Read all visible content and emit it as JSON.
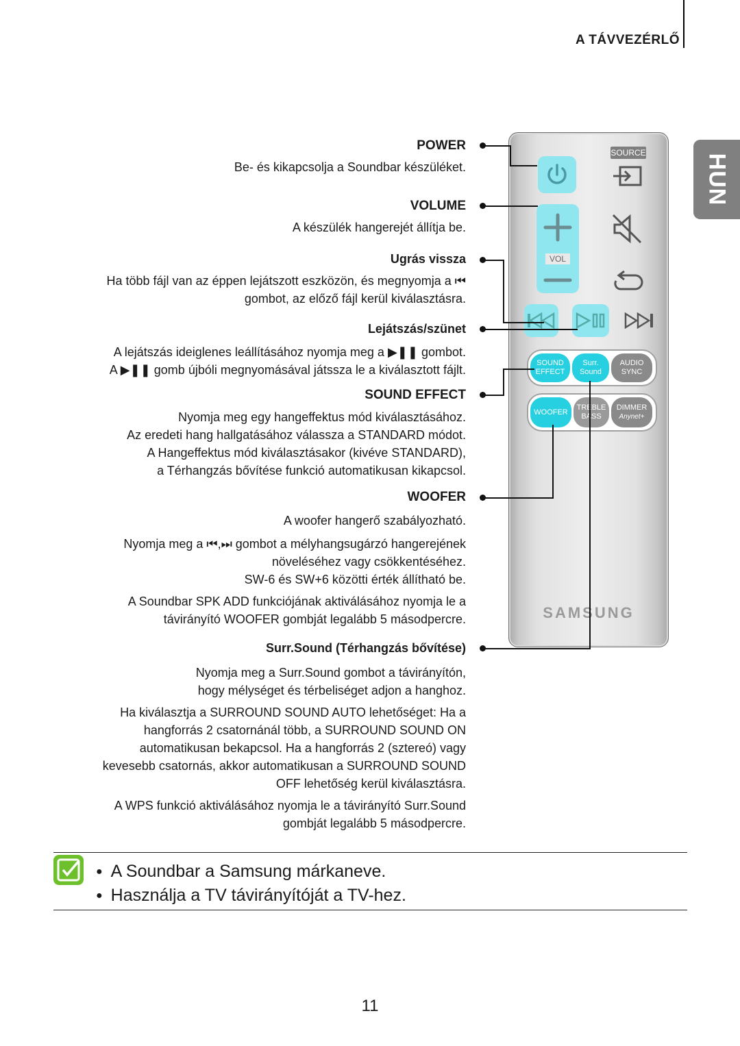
{
  "header": {
    "section_title": "A TÁVVEZÉRLŐ",
    "language_tab": "HUN"
  },
  "items": [
    {
      "title": "POWER",
      "lines": [
        "Be- és kikapcsolja a Soundbar készüléket."
      ]
    },
    {
      "title": "VOLUME",
      "lines": [
        "A készülék hangerejét állítja be."
      ]
    },
    {
      "title": "Ugrás vissza",
      "lines": [
        "Ha több fájl van az éppen lejátszott eszközön, és megnyomja a ⏮",
        "gombot, az előző fájl kerül kiválasztásra."
      ]
    },
    {
      "title": "Lejátszás/szünet",
      "lines": [
        "A lejátszás ideiglenes leállításához nyomja meg a ▶❚❚ gombot.",
        "A ▶❚❚ gomb újbóli megnyomásával játssza le a kiválasztott fájlt."
      ]
    },
    {
      "title": "SOUND EFFECT",
      "lines": [
        "Nyomja meg egy hangeffektus mód kiválasztásához.",
        "Az eredeti hang hallgatásához válassza a STANDARD módot.",
        "A Hangeffektus mód kiválasztásakor (kivéve STANDARD),",
        "a Térhangzás bővítése funkció automatikusan kikapcsol."
      ]
    },
    {
      "title": "WOOFER",
      "lines": [
        "A woofer hangerő szabályozható.",
        "Nyomja meg a ⏮,⏭ gombot a mélyhangsugárzó hangerejének",
        "növeléséhez vagy csökkentéséhez.",
        "SW-6 és SW+6 közötti érték állítható be.",
        "A Soundbar SPK ADD funkciójának aktiválásához nyomja le a",
        "távirányító WOOFER gombját legalább 5 másodpercre."
      ]
    },
    {
      "title": "Surr.Sound (Térhangzás bővítése)",
      "lines": [
        "Nyomja meg a Surr.Sound gombot a távirányítón,",
        "hogy mélységet és térbeliséget adjon a hanghoz.",
        "Ha kiválasztja a SURROUND SOUND AUTO lehetőséget: Ha a",
        "hangforrás 2 csatornánál több, a SURROUND SOUND ON",
        "automatikusan bekapcsol. Ha a hangforrás 2 (sztereó) vagy",
        "kevesebb csatornás, akkor automatikusan a SURROUND SOUND",
        "OFF lehetőség kerül kiválasztásra.",
        "A WPS funkció aktiválásához nyomja le a távirányító Surr.Sound",
        "gombját legalább 5 másodpercre."
      ]
    }
  ],
  "remote": {
    "source_label": "SOURCE",
    "vol_label": "VOL",
    "sound_effect": [
      "SOUND",
      "EFFECT"
    ],
    "surr_sound": [
      "Surr.",
      "Sound"
    ],
    "audio_sync": [
      "AUDIO",
      "SYNC"
    ],
    "woofer": "WOOFER",
    "treble_bass": [
      "TREBLE",
      "BASS"
    ],
    "dimmer": [
      "DIMMER",
      "Anynet+"
    ],
    "brand": "SAMSUNG"
  },
  "notes": [
    "A Soundbar a Samsung márkaneve.",
    "Használja a TV távirányítóját a TV-hez."
  ],
  "page_number": "11"
}
